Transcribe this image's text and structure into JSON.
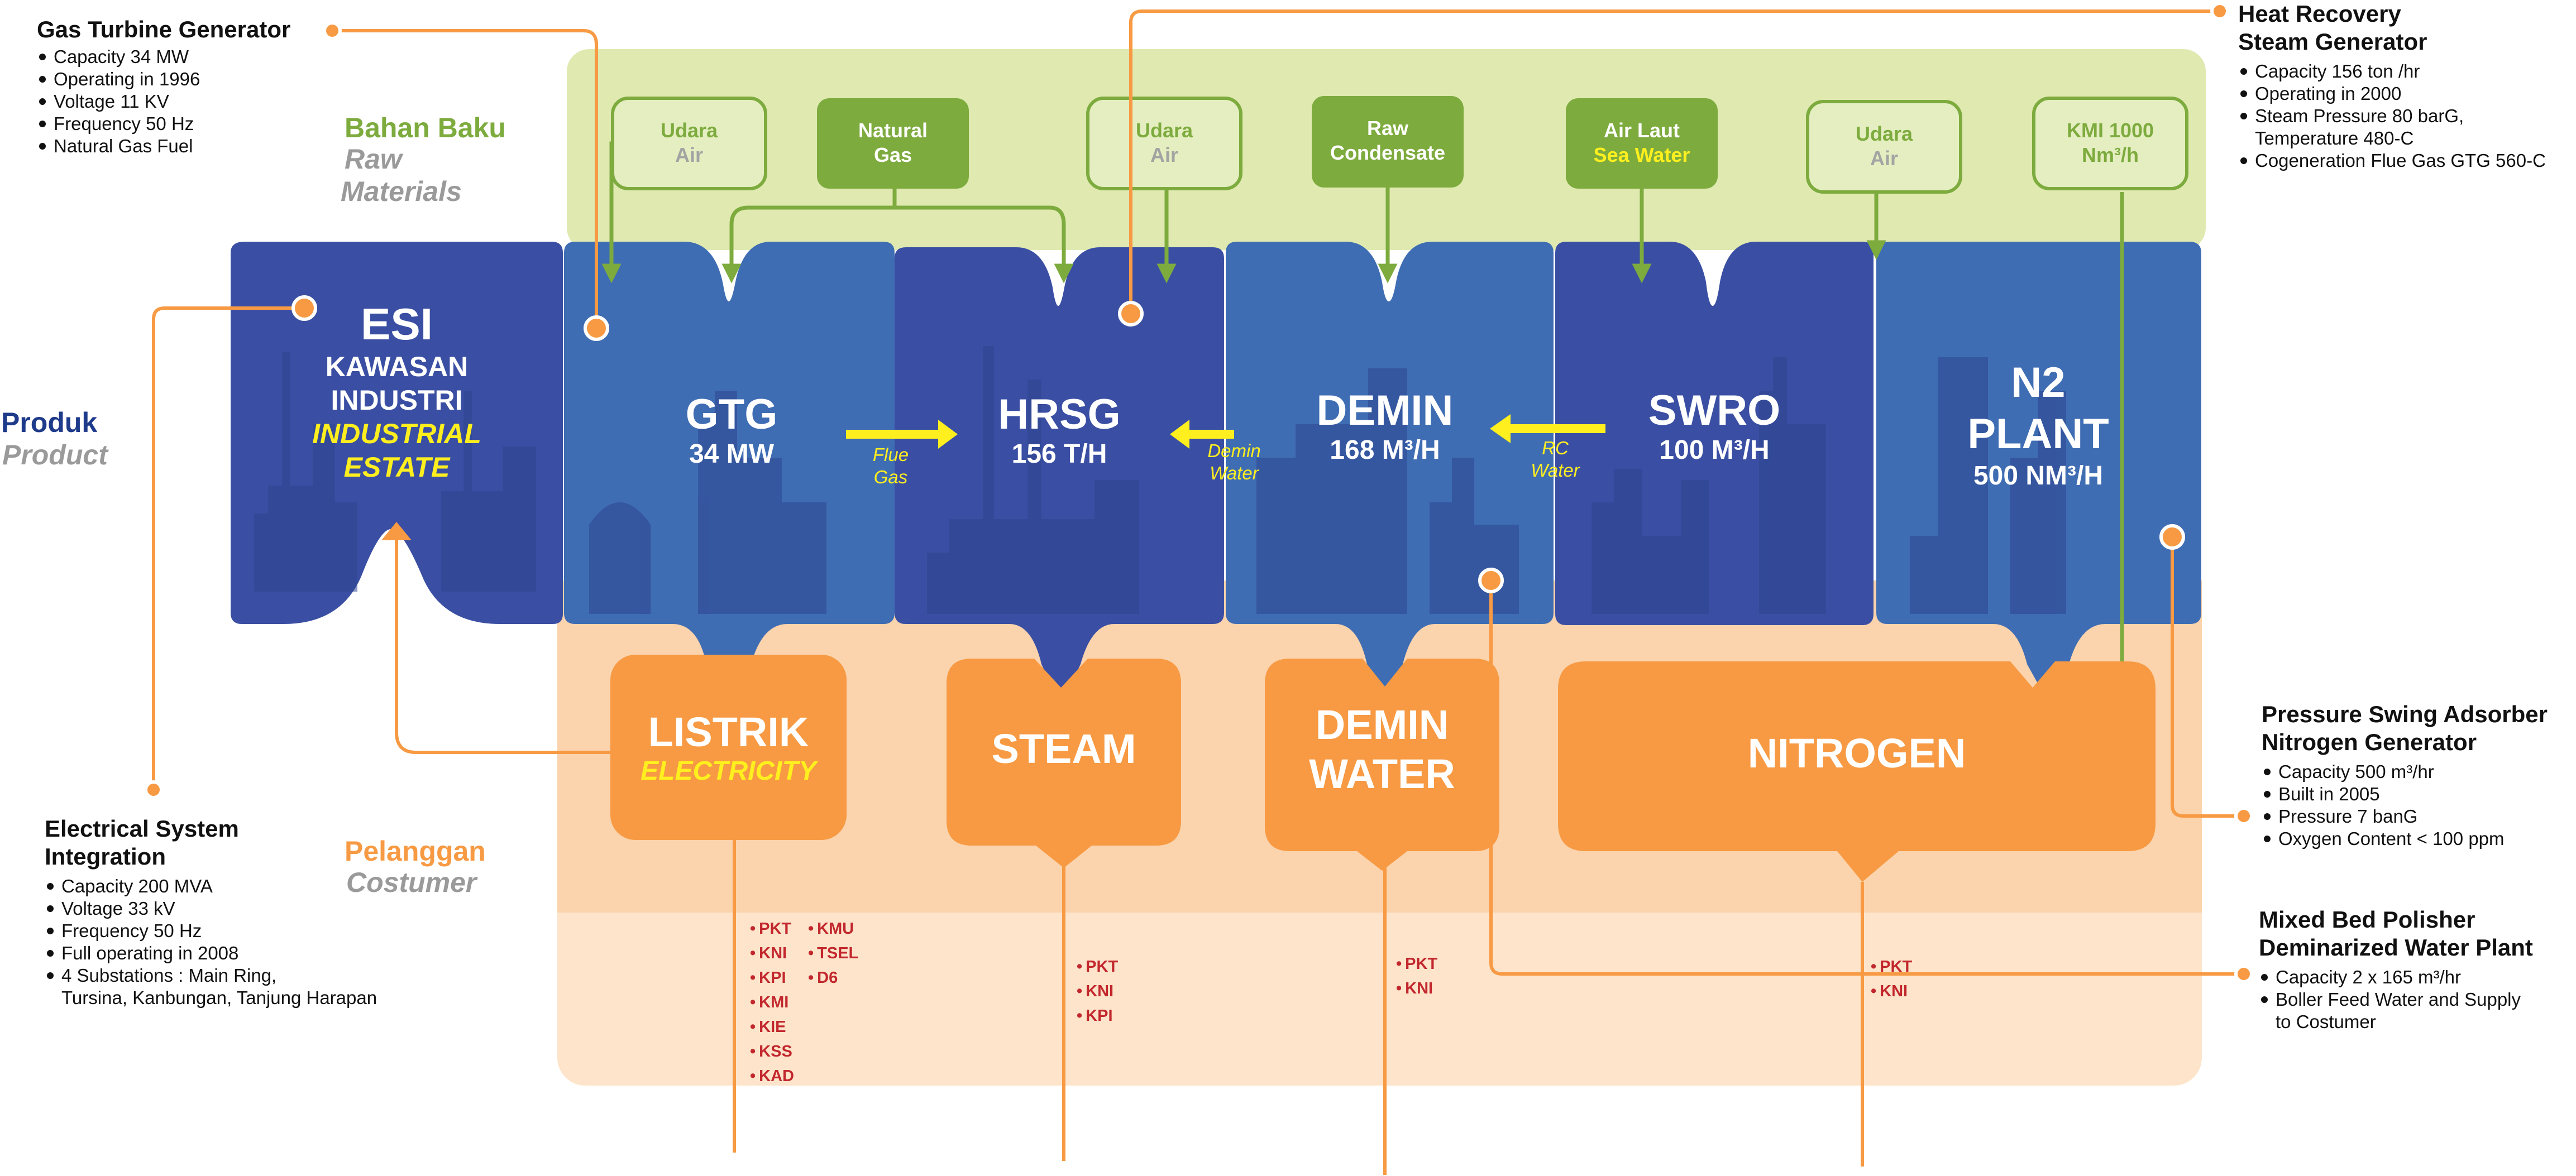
{
  "rows": {
    "raw": {
      "label_id": "Bahan Baku",
      "label_en_1": "Raw",
      "label_en_2": "Materials"
    },
    "product": {
      "label_id": "Produk",
      "label_en": "Product"
    },
    "customer": {
      "label_id": "Pelanggan",
      "label_en": "Costumer"
    }
  },
  "raw_materials": [
    {
      "line1": "Udara",
      "line2": "Air"
    },
    {
      "line1": "Natural",
      "line2": "Gas"
    },
    {
      "line1": "Udara",
      "line2": "Air"
    },
    {
      "line1": "Raw",
      "line2": "Condensate"
    },
    {
      "line1": "Air Laut",
      "line2": "Sea Water"
    },
    {
      "line1": "Udara",
      "line2": "Air"
    },
    {
      "line1": "KMI 1000",
      "line2": "Nm³/h"
    }
  ],
  "units": {
    "esi": {
      "name": "ESI",
      "line1": "KAWASAN",
      "line2": "INDUSTRI",
      "line3": "INDUSTRIAL",
      "line4": "ESTATE"
    },
    "gtg": {
      "name": "GTG",
      "capacity": "34 MW"
    },
    "hrsg": {
      "name": "HRSG",
      "capacity": "156 T/H"
    },
    "demin": {
      "name": "DEMIN",
      "capacity": "168 M³/H"
    },
    "swro": {
      "name": "SWRO",
      "capacity": "100 M³/H"
    },
    "n2": {
      "name1": "N2",
      "name2": "PLANT",
      "capacity": "500 NM³/H"
    }
  },
  "flows": {
    "flue": {
      "line1": "Flue",
      "line2": "Gas"
    },
    "demin_water": {
      "line1": "Demin",
      "line2": "Water"
    },
    "rc_water": {
      "line1": "RC",
      "line2": "Water"
    }
  },
  "outputs": {
    "listrik": {
      "line1": "LISTRIK",
      "line2": "ELECTRICITY"
    },
    "steam": {
      "line1": "STEAM"
    },
    "demin": {
      "line1": "DEMIN",
      "line2": "WATER"
    },
    "nitrogen": {
      "line1": "NITROGEN"
    }
  },
  "customers": {
    "listrik_col1": [
      "PKT",
      "KNI",
      "KPI",
      "KMI",
      "KIE",
      "KSS",
      "KAD"
    ],
    "listrik_col2": [
      "KMU",
      "TSEL",
      "D6"
    ],
    "steam": [
      "PKT",
      "KNI",
      "KPI"
    ],
    "demin": [
      "PKT",
      "KNI"
    ],
    "nitrogen": [
      "PKT",
      "KNI"
    ]
  },
  "info": {
    "gtg": {
      "title": "Gas Turbine Generator",
      "items": [
        "Capacity 34 MW",
        "Operating in 1996",
        "Voltage 11 KV",
        "Frequency 50 Hz",
        "Natural Gas Fuel"
      ]
    },
    "hrsg": {
      "title1": "Heat Recovery",
      "title2": "Steam Generator",
      "items": [
        "Capacity 156 ton /hr",
        "Operating in 2000",
        "Steam Pressure 80 barG,",
        "Cogeneration Flue Gas GTG 560-C"
      ],
      "item3_cont": "Temperature 480-C"
    },
    "elec": {
      "title1": "Electrical System",
      "title2": "Integration",
      "items": [
        "Capacity 200 MVA",
        "Voltage 33 kV",
        "Frequency 50 Hz",
        "Full operating in 2008",
        "4 Substations : Main Ring,"
      ],
      "item5_cont": "Tursina, Kanbungan, Tanjung Harapan"
    },
    "psa": {
      "title1": "Pressure Swing Adsorber",
      "title2": "Nitrogen Generator",
      "items": [
        "Capacity 500 m³/hr",
        "Built in 2005",
        "Pressure 7 banG",
        "Oxygen Content < 100 ppm"
      ]
    },
    "mbp": {
      "title1": "Mixed Bed Polisher",
      "title2": "Deminarized Water Plant",
      "items": [
        "Capacity 2 x 165 m³/hr",
        "Boller Feed Water and Supply"
      ],
      "item2_cont": "to Costumer"
    }
  },
  "colors": {
    "raw_band": "#dfe9b0",
    "customer_band": "#fbd3ac",
    "customer_band_light": "#fde4ca",
    "unit_blue_dark": "#3a4fa3",
    "unit_blue_mid": "#3f6db3",
    "green": "#7dab3e",
    "orange": "#f79a43",
    "yellow": "#ffef1f",
    "label_blue": "#1e3a8a",
    "label_gray": "#9a9a9a",
    "customer_red": "#c2272d"
  }
}
